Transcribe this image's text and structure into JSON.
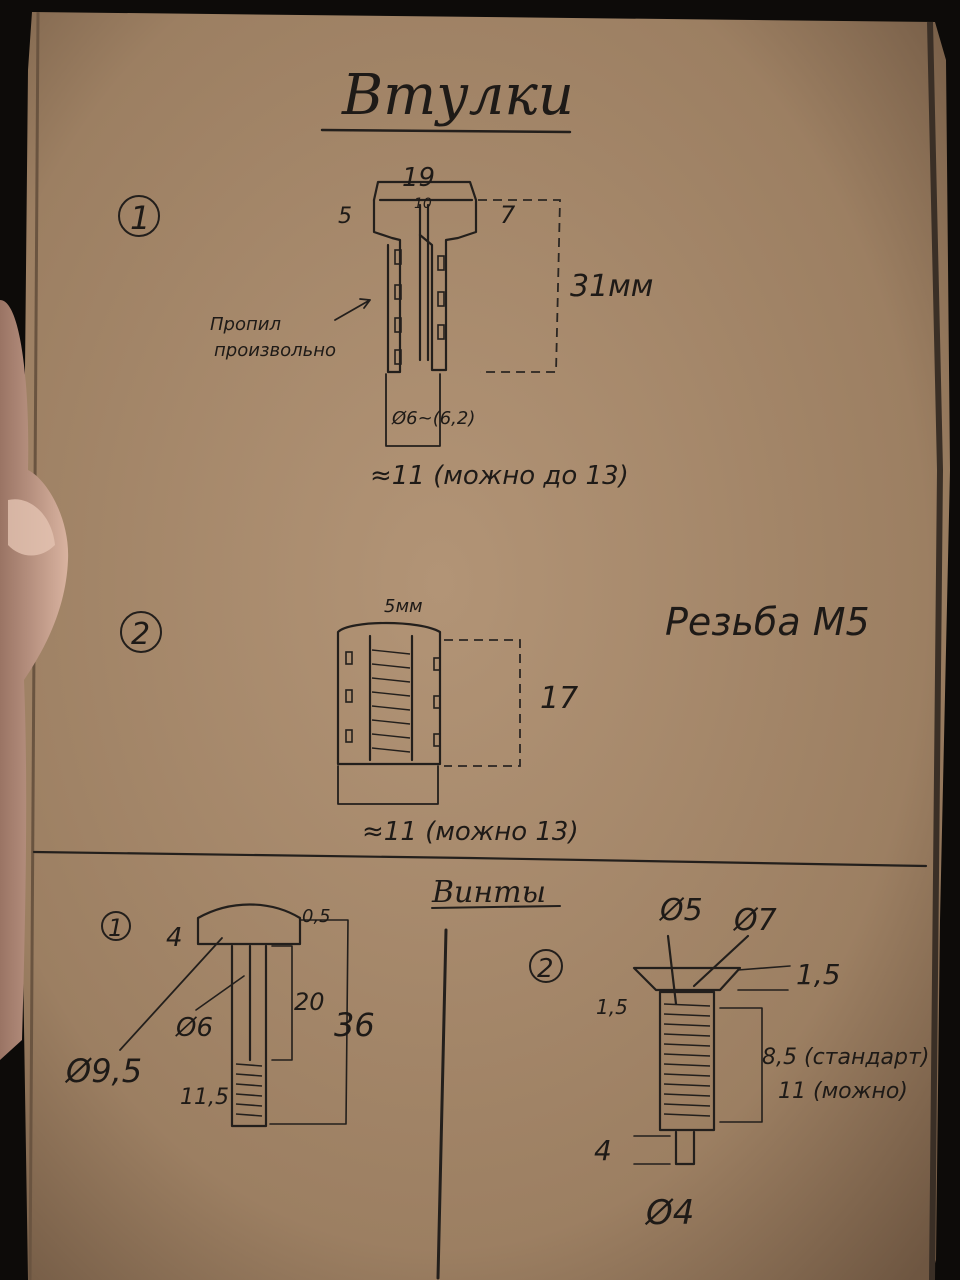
{
  "page_title": "Втулки",
  "section_bushings": {
    "item1": {
      "number": "1",
      "dim_outer": "19",
      "dim_inner": "10",
      "dim_left": "5",
      "dim_right": "7",
      "length": "31мм",
      "note_line1": "Пропил",
      "note_line2": "произвольно",
      "diameter": "Ø6~(6,2)",
      "base_width": "≈11 (можно до 13)"
    },
    "item2": {
      "number": "2",
      "thread_label": "Резьба М5",
      "dim_top": "5мм",
      "length": "17",
      "base_width": "≈11 (можно 13)"
    }
  },
  "section_screws": {
    "title": "Винты",
    "item1": {
      "number": "1",
      "head_height": "4",
      "head_top": "0,5",
      "head_diameter": "Ø9,5",
      "shaft_diameter": "Ø6",
      "shaft_length": "20",
      "total_length": "36",
      "thread_length": "11,5"
    },
    "item2": {
      "number": "2",
      "d_inner": "Ø5",
      "d_outer": "Ø7",
      "head_thickness": "1,5",
      "side_thickness": "1,5",
      "length_standard": "8,5 (стандарт)",
      "length_alt": "11 (можно)",
      "tip_length": "4",
      "tip_diameter": "Ø4"
    }
  },
  "colors": {
    "paper": "#a88c6e",
    "ink": "#231f1c",
    "background": "#0d0b09",
    "skin": "#c9a08a"
  }
}
